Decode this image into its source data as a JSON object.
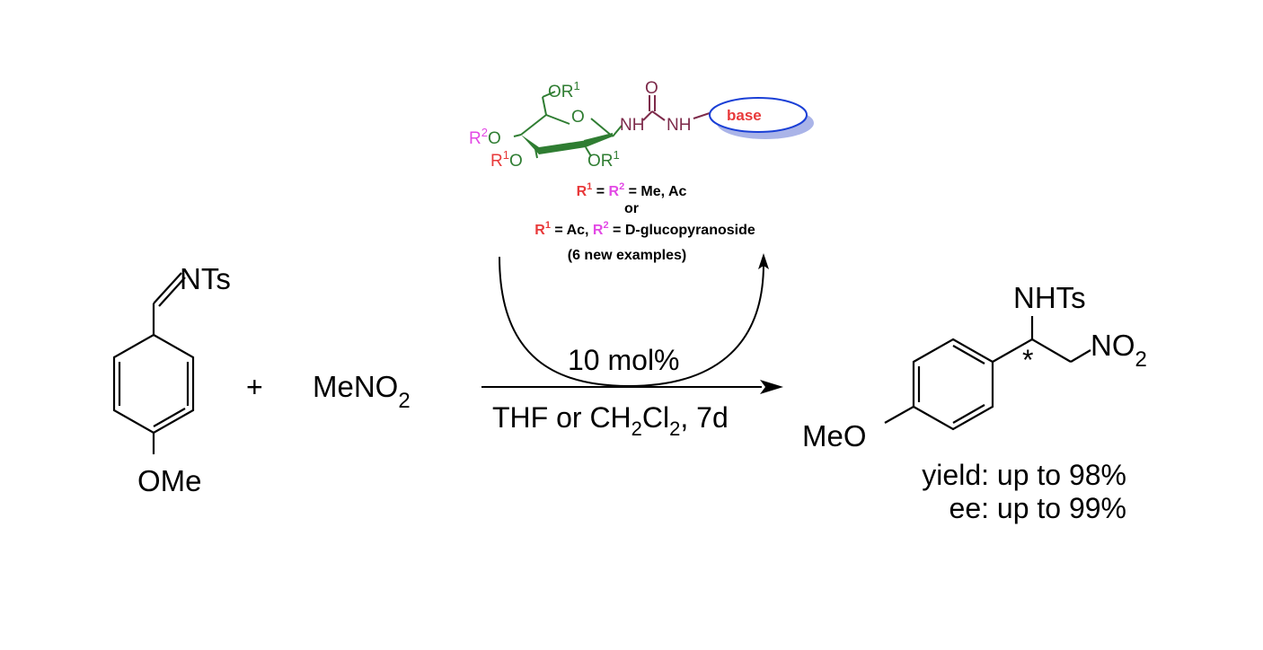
{
  "reactant1": {
    "imine_group": "NTs",
    "substituent": "OMe"
  },
  "plus": "+",
  "reactant2": {
    "formula_main": "MeNO",
    "formula_sub": "2"
  },
  "catalyst": {
    "group_6": "OR",
    "group_6_sup": "1",
    "ring_o": "O",
    "group_4_r": "R",
    "group_4_sup": "2",
    "group_4_o": "O",
    "group_3_r": "R",
    "group_3_sup": "1",
    "group_3_o": "O",
    "group_2": "OR",
    "group_2_sup": "1",
    "nh1": "NH",
    "carbonyl_o": "O",
    "nh2": "NH",
    "base_label": "base",
    "line1": {
      "r1": "R",
      "r1_sup": "1",
      "eq1": " = ",
      "r2": "R",
      "r2_sup": "2",
      "rest": " = Me, Ac"
    },
    "line2": "or",
    "line3": {
      "r1": "R",
      "r1_sup": "1",
      "mid": " = Ac, ",
      "r2": "R",
      "r2_sup": "2",
      "rest": " = D-glucopyranoside"
    },
    "line4": "(6 new examples)"
  },
  "conditions": {
    "loading": "10 mol%",
    "solvent_a": "THF or CH",
    "sub_a": "2",
    "solvent_b": "Cl",
    "sub_b": "2",
    "time": ", 7d"
  },
  "product": {
    "amine": "NHTs",
    "nitro_main": "NO",
    "nitro_sub": "2",
    "stereo_mark": "*",
    "methoxy": "MeO",
    "yield": "yield: up to 98%",
    "ee": "ee: up to 99%"
  },
  "colors": {
    "r1": "#e8393a",
    "r2": "#e349e5",
    "sugar": "#2f7d32",
    "urea": "#7d2a4a",
    "base_outline": "#1a3fd6",
    "base_shadow": "#aab4e8"
  }
}
